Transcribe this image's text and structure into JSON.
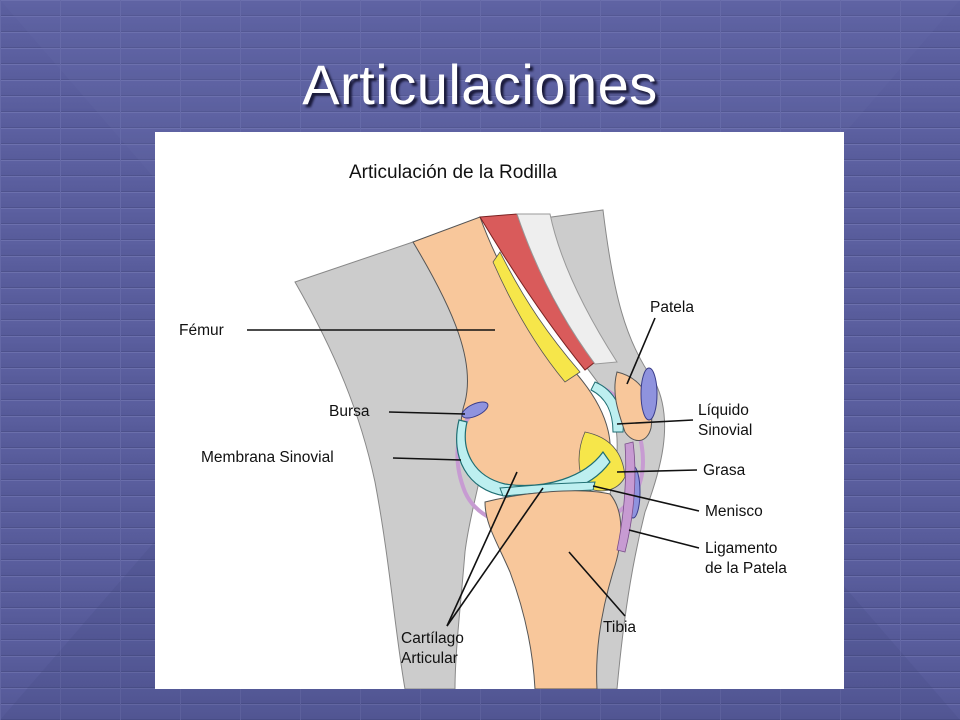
{
  "slide": {
    "title": "Articulaciones"
  },
  "diagram": {
    "title": "Articulación de la Rodilla",
    "labels": {
      "femur": "Fémur",
      "bursa": "Bursa",
      "membrana_sinovial": "Membrana Sinovial",
      "cartilago_line1": "Cartílago",
      "cartilago_line2": "Articular",
      "tibia": "Tibia",
      "patela": "Patela",
      "liquido_line1": "Líquido",
      "liquido_line2": "Sinovial",
      "grasa": "Grasa",
      "menisco": "Menisco",
      "ligamento_line1": "Ligamento",
      "ligamento_line2": "de la Patela"
    },
    "colors": {
      "bone": "#f8c79b",
      "tissue": "#cccccc",
      "cartilage": "#bdeff0",
      "muscle": "#d95b5b",
      "fat": "#f6e64a",
      "patella": "#8f93de",
      "synovial": "#c79bd2",
      "background": "#5b5f9e"
    }
  }
}
